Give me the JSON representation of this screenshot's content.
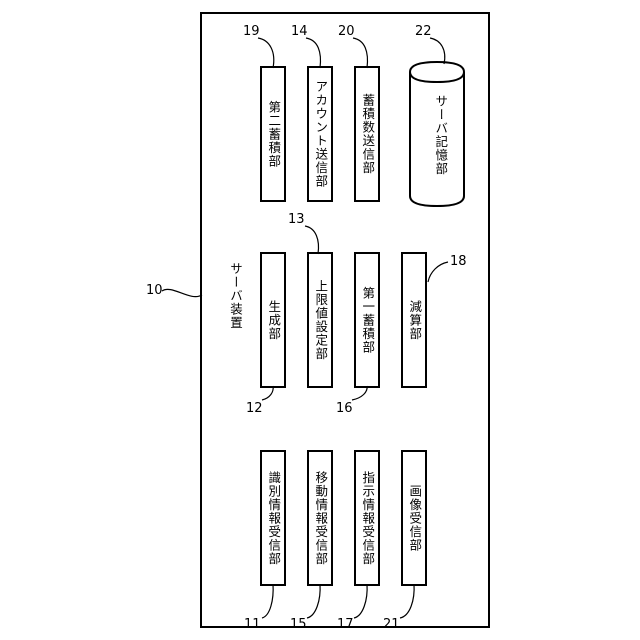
{
  "diagram": {
    "system": {
      "label": "サーバ装置",
      "ref": "10"
    },
    "top_row": [
      {
        "label": "第二蓄積部",
        "ref": "19"
      },
      {
        "label": "アカウント送信部",
        "ref": "14"
      },
      {
        "label": "蓄積数送信部",
        "ref": "20"
      },
      {
        "label": "サーバ記憶部",
        "ref": "22"
      }
    ],
    "middle_row": [
      {
        "label": "生成部",
        "ref": "12"
      },
      {
        "label": "上限値設定部",
        "ref": "13"
      },
      {
        "label": "第一蓄積部",
        "ref": "16"
      },
      {
        "label": "減算部",
        "ref": "18"
      }
    ],
    "bottom_row": [
      {
        "label": "識別情報受信部",
        "ref": "11"
      },
      {
        "label": "移動情報受信部",
        "ref": "15"
      },
      {
        "label": "指示情報受信部",
        "ref": "17"
      },
      {
        "label": "画像受信部",
        "ref": "21"
      }
    ]
  }
}
